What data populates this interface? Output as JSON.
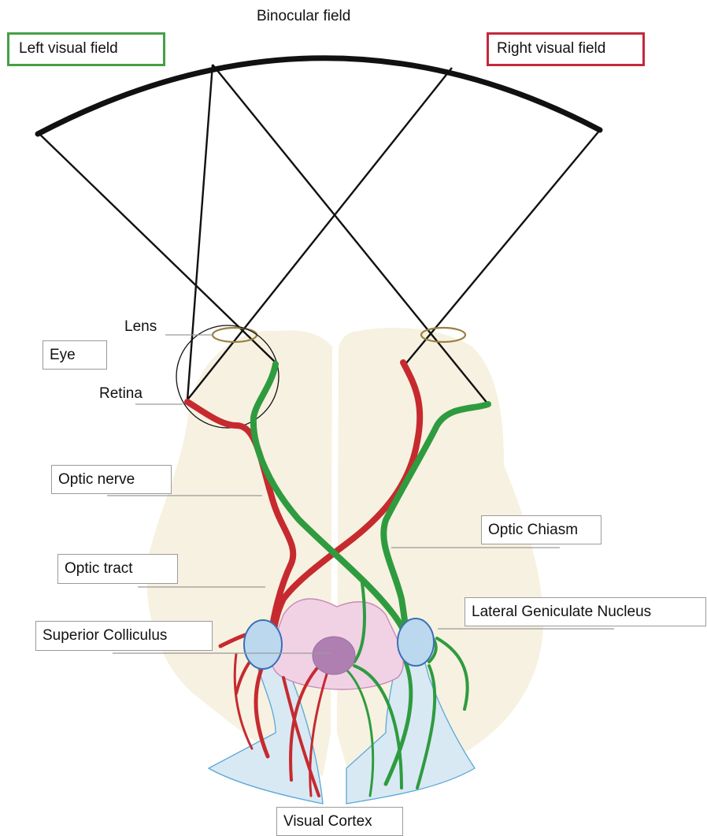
{
  "title": "Binocular field",
  "labels": {
    "left_visual_field": "Left visual field",
    "right_visual_field": "Right visual field",
    "lens": "Lens",
    "eye": "Eye",
    "retina": "Retina",
    "optic_nerve": "Optic nerve",
    "optic_chiasm": "Optic Chiasm",
    "optic_tract": "Optic tract",
    "superior_colliculus": "Superior Colliculus",
    "lateral_geniculate_nucleus": "Lateral Geniculate Nucleus",
    "visual_cortex": "Visual Cortex"
  },
  "colors": {
    "left_field": "#45a045",
    "right_field": "#c4283c",
    "pathway_red": "#c62a2f",
    "pathway_green": "#2f9b3f",
    "brain": "#f7f1e1",
    "nucleus_fill": "#bcd8ee",
    "nucleus_stroke": "#3b6fb5",
    "chiasm_region": "#f1d2e5",
    "colliculus_center": "#b07fb2",
    "cortex_fill": "#d8e9f4",
    "lens": "#9a8040"
  }
}
